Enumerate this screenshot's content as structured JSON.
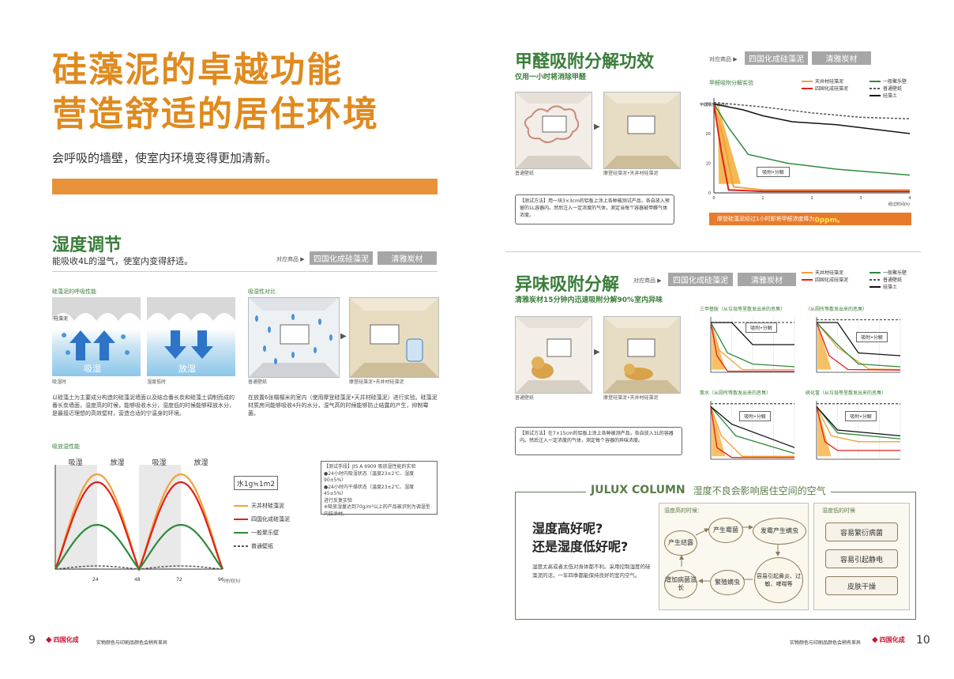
{
  "left": {
    "title_line1": "硅藻泥的卓越功能",
    "title_line2": "营造舒适的居住环境",
    "subtitle": "会呼吸的墙壁，使室内环境变得更加清新。",
    "humidity": {
      "title": "湿度调节",
      "sub": "能吸收4L的湿气，使室内变得舒适。",
      "tag_label": "对应商品 ▶",
      "tag1": "四国化成硅藻泥",
      "tag2": "清雅炭材",
      "breath_label": "硅藻泥的呼吸性能",
      "absorb_label": "吸湿",
      "release_label": "放湿",
      "absorb_caption": "吸湿时",
      "release_caption": "湿度低时",
      "clay_label": "硅藻泥",
      "compare_label": "吸湿性对比",
      "cap_normal": "普通壁纸",
      "cap_clay": "摩登硅藻泥•天井材硅藻泥",
      "desc_left": "以硅藻土为主要成分构造的硅藻泥墙面以及结合番长炭和硅藻土调制而成的番长炭墙面，湿度高的时候，能够吸收水分，湿度低的时候能够释放水分，是最接近理想的高效壁材，营造合适的宁温身的环境。",
      "desc_right": "在放置6张榻榻米的室内（使用摩登硅藻泥•天井材硅藻泥）进行实验。硅藻泥材质房间能够吸收4升的水分，湿气高的时候能够防止结露的产生，抑制霉菌。",
      "chart_title": "吸放湿性能",
      "bands": [
        "吸湿",
        "放湿",
        "吸湿",
        "放湿"
      ],
      "unit_box": "水1g≒1m2",
      "x_ticks": [
        "24",
        "48",
        "72",
        "96"
      ],
      "x_unit": "时间(h)",
      "legend": [
        "天井材硅藻泥",
        "四国化成硅藻泥",
        "一般聚乐壁",
        "普通壁纸"
      ],
      "test_note": "【测试手段】JIS A 6909 吸放湿性能的实验\n●24小时内吸湿状态（温度23±2℃、湿度90±5%）\n●24小时内干燥状态（温度23±2℃、湿度45±5%）\n进行反复实验\n※吸放湿量达到70g/m²以上的产品被识别为调湿型内装涂材。"
    },
    "page_no": "9",
    "brand": "四国化成",
    "footer": "实物颜色与印刷品颜色会稍有差异"
  },
  "right": {
    "formaldehyde": {
      "title": "甲醛吸附分解功效",
      "sub": "仅用一小时将消除甲醛",
      "tag_label": "对应商品 ▶",
      "tag1": "四国化成硅藻泥",
      "tag2": "清雅炭材",
      "cap_normal": "普通壁纸",
      "cap_clay": "摩登硅藻泥•天井材硅藻泥",
      "test_method": "【测试方法】用一块3×3cm的铝板上涂上各种被测试产品，各自放入预留的1L容器内。然后注入一定浓度的气体，测定当每个容器被甲醛气体浓度。",
      "chart_title": "甲醛吸附分解实验",
      "y_label": "甲醛浓度(ppm)",
      "y_ticks": [
        "30",
        "20",
        "10",
        "0"
      ],
      "x_ticks": [
        "0",
        "1",
        "2",
        "3",
        "4"
      ],
      "x_unit": "经过时间(h)",
      "annotation": "吸附•分解",
      "highlight": "摩登硅藻泥经过1小时即将甲醛浓度降为",
      "highlight_value": "0ppm。",
      "legend": [
        "天井材硅藻泥",
        "四国化成硅藻泥",
        "一般聚乐壁",
        "普通壁纸",
        "硅藻土"
      ]
    },
    "odor": {
      "title": "异味吸附分解",
      "sub": "清雅炭材15分钟内迅速吸附分解90%室内异味",
      "tag_label": "对应商品 ▶",
      "tag1": "四国化成硅藻泥",
      "tag2": "清雅炭材",
      "cap_normal": "普通壁纸",
      "cap_clay": "摩登硅藻泥•天井材硅藻泥",
      "test_method": "【测试方法】在7×15cm的铝板上涂上各种被测产品，各自放入3L的容器内。然后注入一定浓度的气体，测定每个容器的异味浓度。",
      "charts": [
        {
          "title": "三甲基胺（从垃圾等里散发出来的恶臭）",
          "annotation": "吸附•分解"
        },
        {
          "title": "（从厕所等散发出来的恶臭）",
          "annotation": "吸附•分解"
        },
        {
          "title": "氨水（从厕所等散发出来的恶臭）",
          "annotation": "吸附•分解"
        },
        {
          "title": "硫化氢（从垃圾等里散发出来的恶臭）",
          "annotation": "吸附•分解"
        }
      ],
      "legend": [
        "天井材硅藻泥",
        "四国化成硅藻泥",
        "一般聚乐壁",
        "普通壁纸",
        "硅藻土"
      ]
    },
    "column": {
      "brand": "JULUX COLUMN",
      "title": "湿度不良会影响居住空间的空气",
      "q1": "湿度高好呢?",
      "q2": "还是湿度低好呢?",
      "desc": "湿度太高或者太低对身体都不利。采用控制湿度的硅藻泥的话，一年四季都能保持良好的室内空气。",
      "high_label": "湿度高的时候：",
      "low_label": "湿度低的时候",
      "bubbles": [
        "产生结露",
        "产生霉菌",
        "发霉产生螨虫",
        "增加病菌滋长",
        "繁殖螨虫",
        "容易引起鼻炎、过敏、哮喘等"
      ],
      "low_items": [
        "容易繁衍病菌",
        "容易引起静电",
        "皮肤干燥"
      ]
    },
    "page_no": "10",
    "brand": "四国化成",
    "footer": "实物颜色与印刷品颜色会稍有差异"
  }
}
